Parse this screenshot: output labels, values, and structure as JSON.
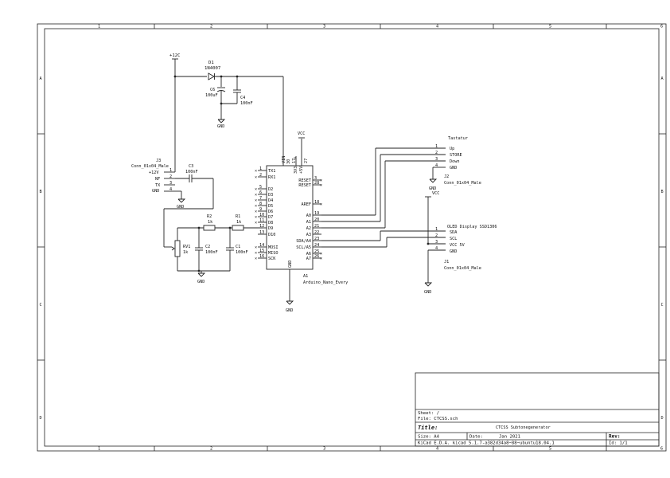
{
  "title_block": {
    "sheet": "Sheet: /",
    "file": "File: CTCSS.sch",
    "title_label": "Title:",
    "title": "CTCSS Subtonegenerator",
    "size": "Size: A4",
    "date_label": "Date:",
    "date": "Jan 2021",
    "rev_label": "Rev:",
    "tool": "KiCad E.D.A.  kicad 5.1.7-a382d34a8~88~ubuntu18.04.1",
    "id": "Id: 1/1"
  },
  "frame": {
    "columns": [
      "1",
      "2",
      "3",
      "4",
      "5",
      "6"
    ],
    "rows": [
      "A",
      "B",
      "C",
      "D"
    ]
  },
  "power": {
    "p12v": "+12C",
    "vcc1": "VCC",
    "vcc2": "VCC",
    "gnd": "GND"
  },
  "d1": {
    "ref": "D1",
    "value": "1N4007"
  },
  "c6": {
    "ref": "C6",
    "value": "100uF"
  },
  "c4": {
    "ref": "C4",
    "value": "100nF"
  },
  "c3": {
    "ref": "C3",
    "value": "100nF"
  },
  "c2": {
    "ref": "C2",
    "value": "100nF"
  },
  "c1": {
    "ref": "C1",
    "value": "100nF"
  },
  "r2": {
    "ref": "R2",
    "value": "1k"
  },
  "r1": {
    "ref": "R1",
    "value": "1k"
  },
  "rv1": {
    "ref": "RV1",
    "value": "1k"
  },
  "j3": {
    "ref": "J3",
    "value": "Conn_01x04_Male",
    "pins": [
      {
        "num": "1",
        "name": "+12V"
      },
      {
        "num": "2",
        "name": "NF"
      },
      {
        "num": "3",
        "name": "TX"
      },
      {
        "num": "4",
        "name": "GND"
      }
    ]
  },
  "j2": {
    "title": "Tastatur",
    "ref": "J2",
    "value": "Conn_01x04_Male",
    "pins": [
      {
        "num": "1",
        "name": "Up"
      },
      {
        "num": "2",
        "name": "STORE"
      },
      {
        "num": "3",
        "name": "Down"
      },
      {
        "num": "4",
        "name": "GND"
      }
    ]
  },
  "j1": {
    "title": "OLED Display SSD1306",
    "ref": "J1",
    "value": "Conn_01x04_Male",
    "pins": [
      {
        "num": "1",
        "name": "SDA"
      },
      {
        "num": "2",
        "name": "SCL"
      },
      {
        "num": "3",
        "name": "VCC 5V"
      },
      {
        "num": "4",
        "name": "GND"
      }
    ]
  },
  "a1": {
    "ref": "A1",
    "value": "Arduino_Nano_Every",
    "top_pins": [
      "VIN",
      "3V3",
      "+5V"
    ],
    "top_nums": [
      "30",
      "17",
      "27"
    ],
    "gnd_pin": "GND",
    "left_pins": [
      {
        "num": "1",
        "name": "TX1"
      },
      {
        "num": "2",
        "name": "RX1"
      },
      {
        "num": "5",
        "name": "D2"
      },
      {
        "num": "6",
        "name": "D3"
      },
      {
        "num": "7",
        "name": "D4"
      },
      {
        "num": "8",
        "name": "D5"
      },
      {
        "num": "9",
        "name": "D6"
      },
      {
        "num": "10",
        "name": "D7"
      },
      {
        "num": "11",
        "name": "D8"
      },
      {
        "num": "12",
        "name": "D9"
      },
      {
        "num": "13",
        "name": "D10"
      },
      {
        "num": "14",
        "name": "MOSI"
      },
      {
        "num": "15",
        "name": "MISO"
      },
      {
        "num": "16",
        "name": "SCK"
      }
    ],
    "right_pins": [
      {
        "num": "3",
        "name": "RESET"
      },
      {
        "num": "28",
        "name": "RESET"
      },
      {
        "num": "18",
        "name": "AREF"
      },
      {
        "num": "19",
        "name": "A0"
      },
      {
        "num": "20",
        "name": "A1"
      },
      {
        "num": "21",
        "name": "A2"
      },
      {
        "num": "22",
        "name": "A3"
      },
      {
        "num": "23",
        "name": "SDA/A4"
      },
      {
        "num": "24",
        "name": "SCL/A5"
      },
      {
        "num": "25",
        "name": "A6"
      },
      {
        "num": "26",
        "name": "A7"
      }
    ]
  }
}
